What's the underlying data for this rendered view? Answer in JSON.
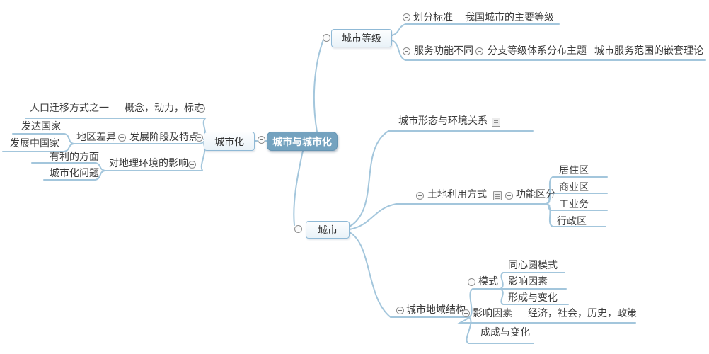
{
  "colors": {
    "central_fill": "#74a2bf",
    "central_text": "#ffffff",
    "branch_line": "#a3c6dc",
    "topic_border": "#8fb9d6",
    "topic_fill": "#eef5fa",
    "text": "#3b3b3b"
  },
  "icons": {
    "collapse": "minus-circle-icon",
    "note": "notes-icon"
  },
  "labels": {
    "central": "城市与城市化",
    "urbanization": "城市化",
    "city_level": "城市等级",
    "city": "城市",
    "division_standard": "划分标准",
    "main_city_levels": "我国城市的主要等级",
    "service_diff": "服务功能不同",
    "branch_system": "分支等级体系分布主题",
    "nested_theory": "城市服务范围的嵌套理论",
    "migration_type": "人口迁移方式之一",
    "concept_power_sign": "概念，动力，标志",
    "developed_countries": "发达国家",
    "developing_countries": "发展中国家",
    "regional_diff": "地区差异",
    "dev_stage_traits": "发展阶段及特点",
    "favorable_aspects": "有利的方面",
    "env_impact": "对地理环境的影响",
    "urbanization_problems": "城市化问题",
    "city_form_env": "城市形态与环境关系",
    "land_use": "土地利用方式",
    "functional_zones": "功能区分",
    "zones": [
      "居住区",
      "商业区",
      "工业务",
      "行政区"
    ],
    "regional_structure": "城市地域结构",
    "pattern": "模式",
    "concentric_model": "同心圆模式",
    "pattern_factors": "影响因素",
    "formation_change": "形成与变化",
    "influence_factors": "影响因素",
    "factor_detail": "经济，社会，历史，政策",
    "composition_change": "成成与变化"
  }
}
